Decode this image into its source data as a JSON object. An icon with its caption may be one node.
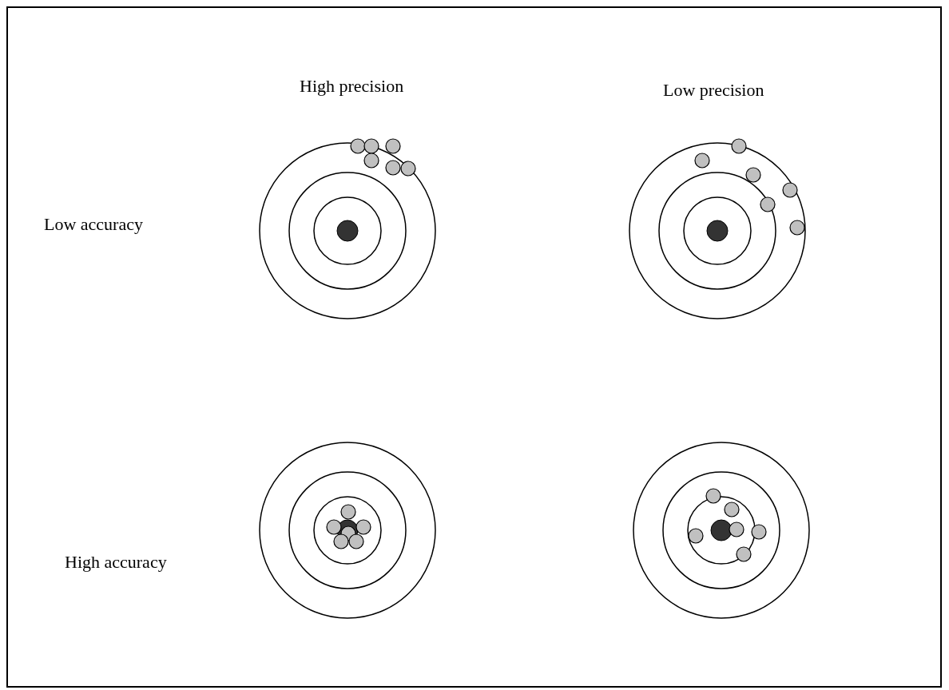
{
  "diagram": {
    "labels": [
      "High precision",
      "Low precision",
      "Low accuracy",
      "High accuracy"
    ]
  }
}
